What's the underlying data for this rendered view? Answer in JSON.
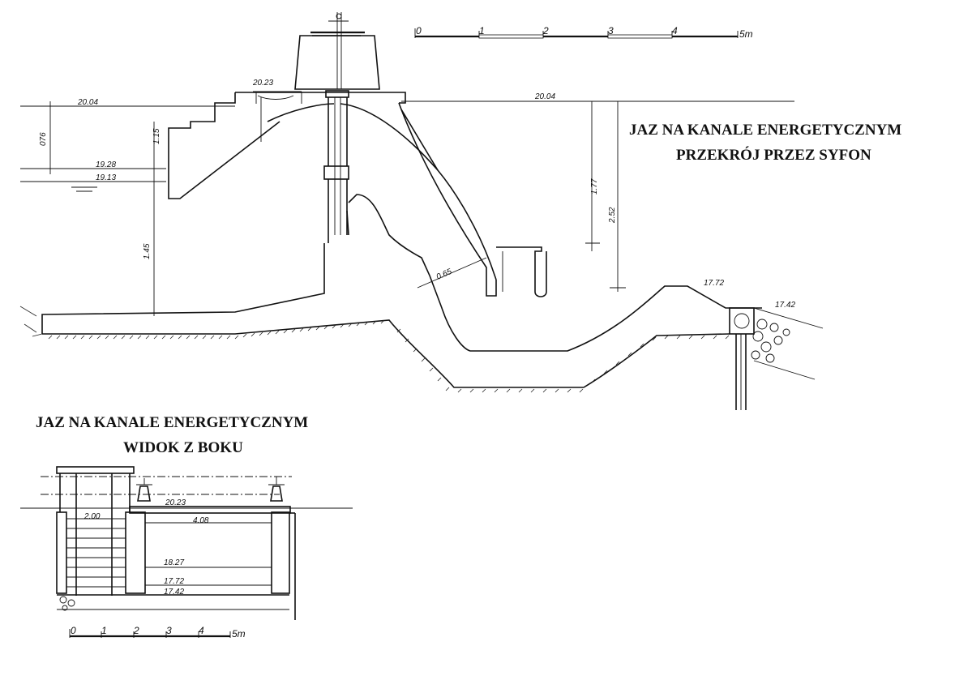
{
  "section": {
    "title_line1": "JAZ NA KANALE ENERGETYCZNYM",
    "title_line2": "PRZEKRÓJ PRZEZ SYFON",
    "levels": {
      "crest": "20.23",
      "upstream": "20.04",
      "downstream": "20.04",
      "water_1": "19.28",
      "water_2": "19.13",
      "sill": "17.72",
      "bottom": "17.42"
    },
    "dims": {
      "d076": "076",
      "d115": "1.15",
      "d145": "1.45",
      "d177": "1.77",
      "d252": "2.52",
      "d065": "0.65"
    },
    "scale": {
      "labels": [
        "0",
        "1",
        "2",
        "3",
        "4",
        "5m"
      ]
    }
  },
  "side": {
    "title_line1": "JAZ NA KANALE ENERGETYCZNYM",
    "title_line2": "WIDOK Z BOKU",
    "levels": {
      "top": "20.23",
      "l1": "18.27",
      "l2": "17.72",
      "l3": "17.42"
    },
    "dims": {
      "w200": "2.00",
      "w408": "4.08"
    },
    "scale": {
      "labels": [
        "0",
        "1",
        "2",
        "3",
        "4",
        "5m"
      ]
    }
  }
}
